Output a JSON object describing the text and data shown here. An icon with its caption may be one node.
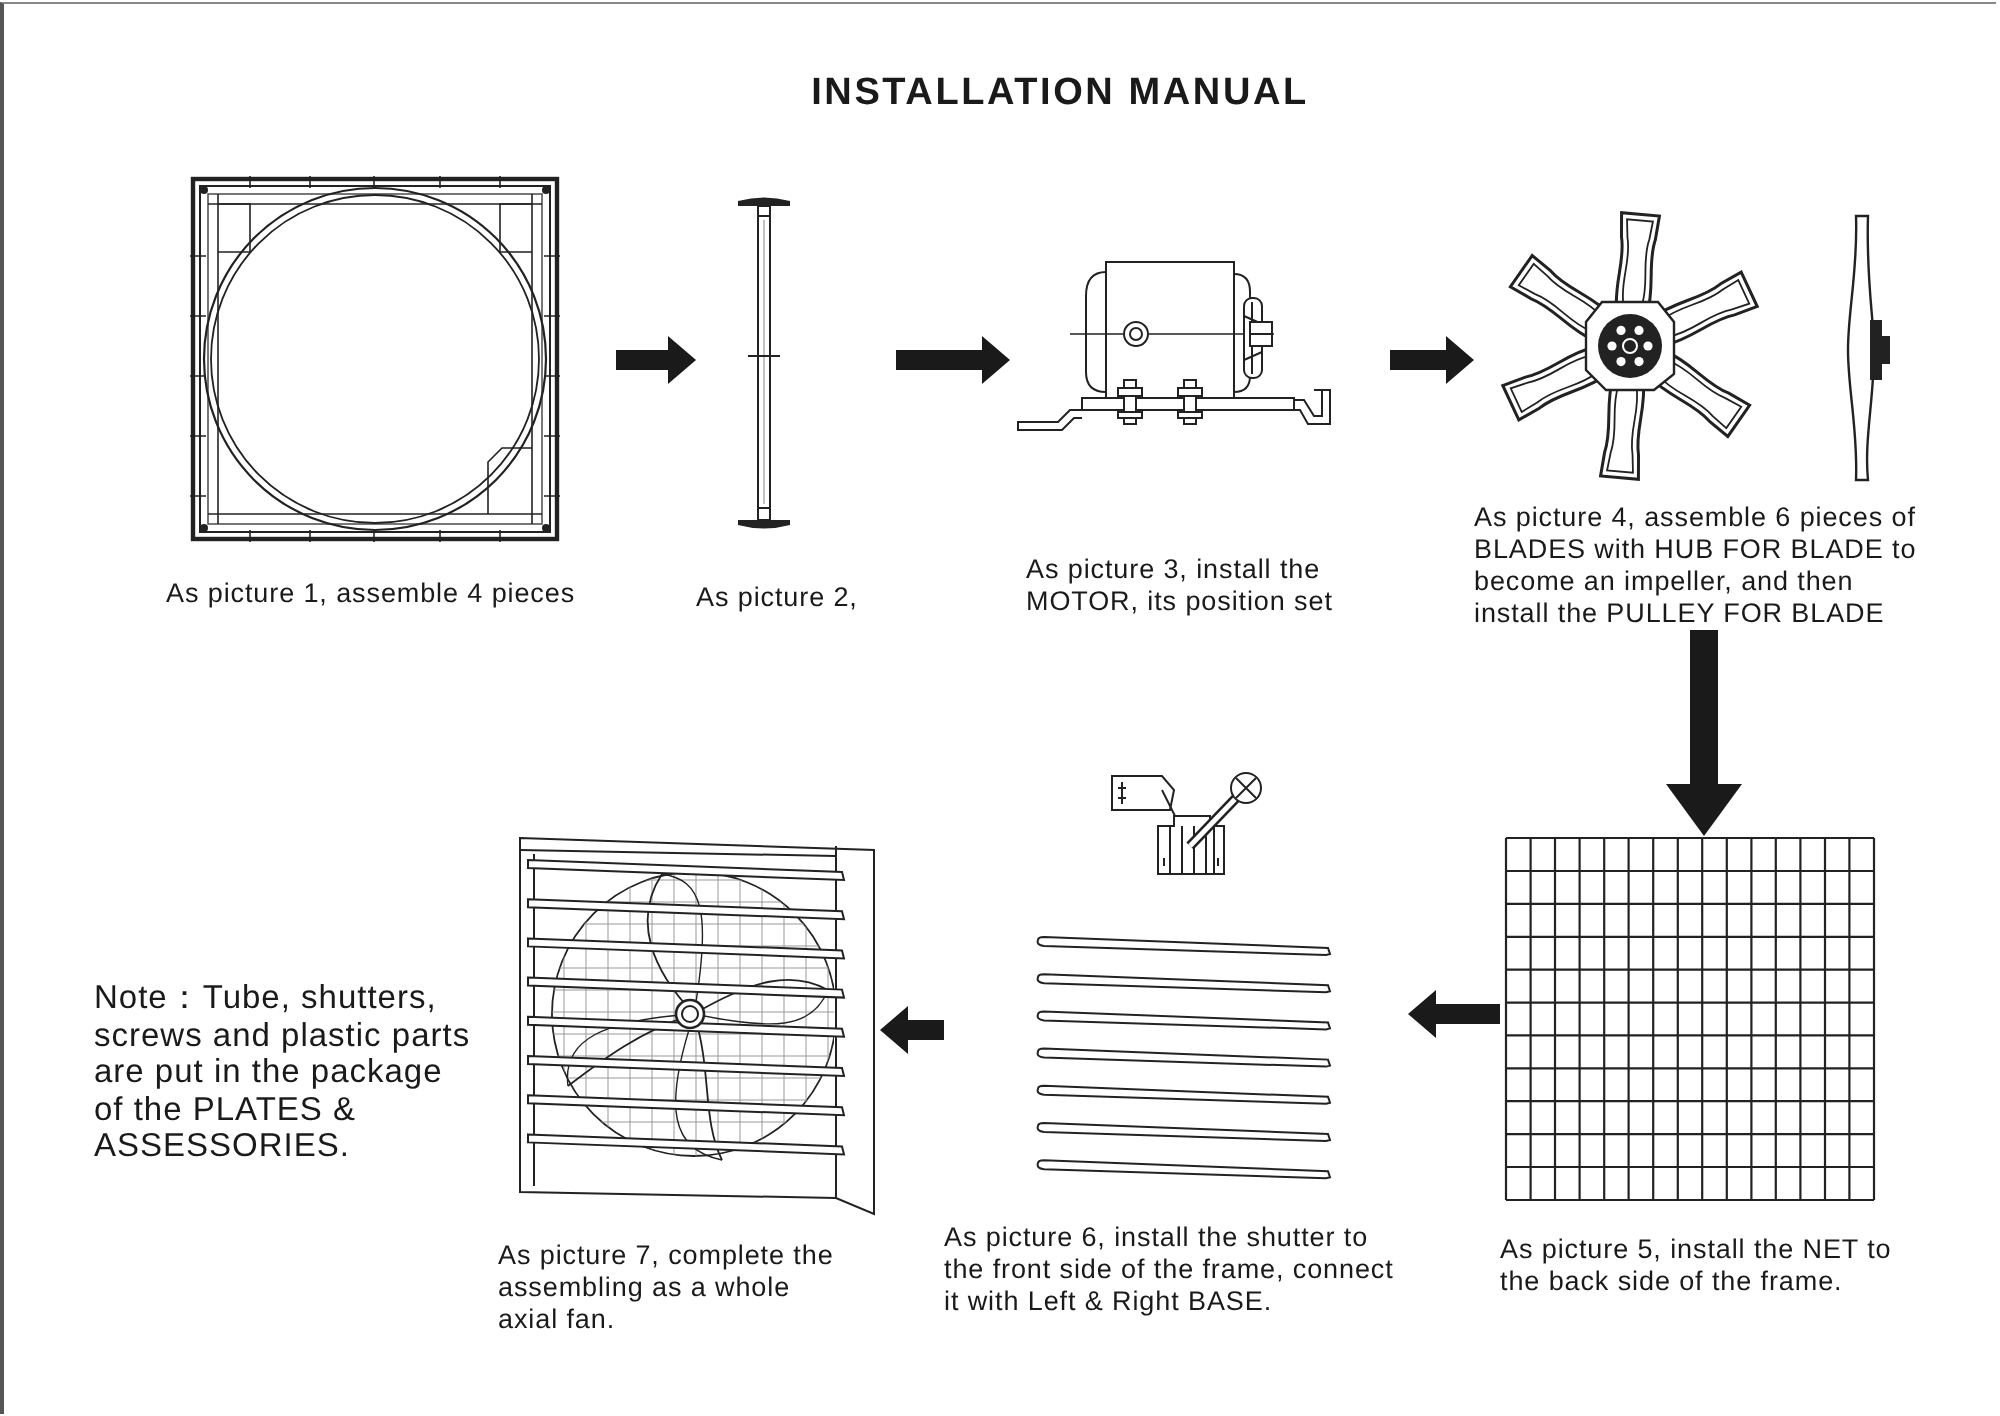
{
  "diagram": {
    "title": "INSTALLATION MANUAL",
    "nodes": [
      {
        "text": [
          "As picture 1, assemble 4 pieces"
        ]
      },
      {
        "text": [
          "As picture 2,"
        ]
      },
      {
        "text": [
          "As picture 3, install the MOTOR, its position set"
        ]
      },
      {
        "text": [
          "As picture 4, assemble 6 pieces of BLADES with HUB FOR BLADE to become an impeller, and then install the PULLEY FOR BLADE"
        ]
      },
      {
        "text": [
          "As picture 5, install the NET to the back side of the frame."
        ]
      },
      {
        "text": [
          "As picture 6, install the shutter to the front side of the frame, connect it with Left & Right BASE."
        ]
      },
      {
        "text": [
          "As picture 7, complete the assembling as a whole axial fan."
        ]
      }
    ],
    "edges": [
      {
        "from": 0,
        "to": 1,
        "arrow": "to"
      },
      {
        "from": 1,
        "to": 2,
        "arrow": "to"
      },
      {
        "from": 2,
        "to": 3,
        "arrow": "to"
      },
      {
        "from": 3,
        "to": 4,
        "arrow": "to"
      },
      {
        "from": 4,
        "to": 5,
        "arrow": "to"
      },
      {
        "from": 5,
        "to": 6,
        "arrow": "to"
      }
    ],
    "labels": [
      "Note：Tube, shutters, screws and plastic parts are put in the package of the PLATES & ASSESSORIES."
    ]
  }
}
